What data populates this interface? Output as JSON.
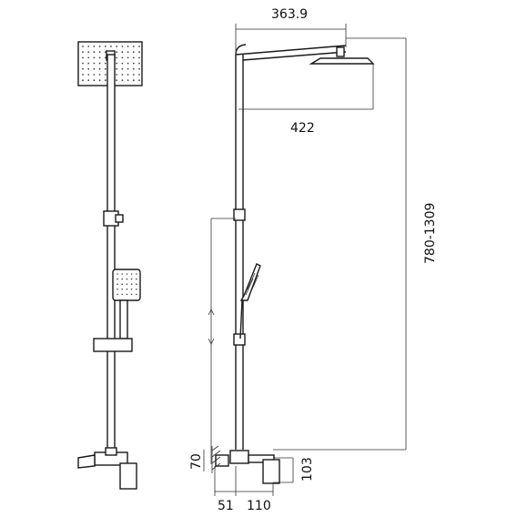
{
  "dimensions": {
    "arm_reach": "363.9",
    "head_width": "422",
    "height_range": "780-1309",
    "outlet_height": "70",
    "valve_height": "103",
    "wall_offset": "51",
    "valve_depth": "110"
  }
}
